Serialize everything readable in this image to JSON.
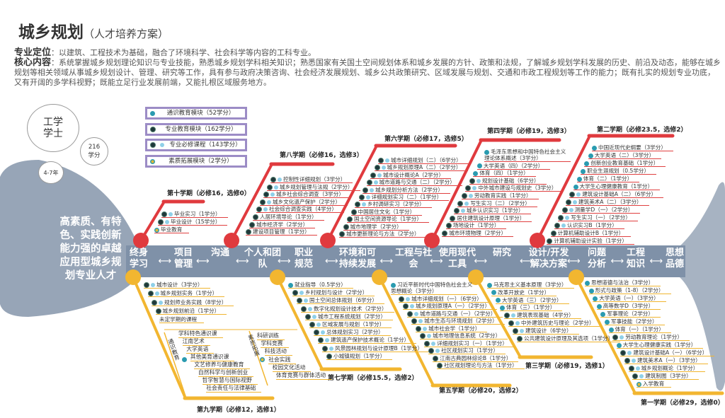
{
  "header": {
    "title": "城乡规划",
    "subtitle": "（人才培养方案）"
  },
  "intro": {
    "positioning_label": "专业定位",
    "positioning_text": "：以建筑、工程技术为基础，融合了环境科学、社会科学等内容的工科专业。",
    "core_label": "核心内容",
    "core_text": "：系统掌握城乡规划理论知识与专业技能，熟悉城乡规划学科相关知识；熟悉国家有关国土空间规划体系和城乡发展的方针、政策和法规，了解城乡规划学科发展的历史、前沿及动态，能够在城乡规划等相关领域从事城乡规划设计、管理、研究等工作，具有参与政府决策咨询、社会经济发展规划、城乡公共政策研究、区域发展与规划、交通和市政工程规划等工作的能力；既有扎实的规划专业功底，又有开阔的多学科视野；既能立足行业发展前端，又能扎根区域服务地方。"
  },
  "bubbles": {
    "degree": "工学学士",
    "credits": "216学分",
    "years": "4-7年"
  },
  "head_text": "高素质、有特色、实践创新能力强的卓越应用型城乡规划专业人才",
  "legend": [
    {
      "icon": "general-ed",
      "label": "通识教育模块（52学分）"
    },
    {
      "icon": "major-ed",
      "label": "专业教育模块（162学分）"
    },
    {
      "icon": "major-required",
      "label": "专业必修课程（143学分）"
    },
    {
      "icon": "quality-ext",
      "label": "素质拓展模块（2学分）"
    }
  ],
  "spine": [
    "终身学习",
    "项目管理",
    "沟通",
    "个人和团队",
    "职业规范",
    "环境和可持续发展",
    "工程与社会",
    "使用现代工具",
    "研究",
    "设计/开发解决方案",
    "问题分析",
    "工程知识",
    "思想品德"
  ],
  "colors": {
    "upper": "#e03a3e",
    "lower": "#f2b630",
    "spine": "#7f91a8",
    "legend_border": "#9c8cc6"
  },
  "semesters": {
    "s10": {
      "title": "第十学期（必修16，选修0）",
      "items": [
        {
          "text": "毕业实习（1学分）",
          "icon": "major-required"
        },
        {
          "text": "毕业设计（15学分）",
          "icon": "major-required"
        },
        {
          "text": "毕业教育",
          "icon": "quality-ext"
        }
      ]
    },
    "s8": {
      "title": "第八学期（必修16，选修3）",
      "items": [
        {
          "text": "控制性详细规划（3学分）",
          "icon": "major-required"
        },
        {
          "text": "城乡规划管理与法规（2学分）",
          "icon": "major-required"
        },
        {
          "text": "城乡社会综合调查（3学分）",
          "icon": "major-required"
        },
        {
          "text": "城乡文化遗产保护（2学分）",
          "icon": "major-required"
        },
        {
          "text": "社会综合调查实践（4学分）",
          "icon": "major-required"
        },
        {
          "text": "人居环境导论（1学分）",
          "icon": "major-ed"
        },
        {
          "text": "城市经济学（2学分）",
          "icon": "major-ed"
        },
        {
          "text": "建设项目管理（1学分）",
          "icon": "major-ed"
        }
      ]
    },
    "s6": {
      "title": "第六学期（必修17，选修5）",
      "items": [
        {
          "text": "城市详细规划（二）（6学分）",
          "icon": "major-required"
        },
        {
          "text": "城乡规划原理A（二）（2学分）",
          "icon": "major-required"
        },
        {
          "text": "城市设计概论A（2学分）",
          "icon": "major-required"
        },
        {
          "text": "城市道路与交通（二）（2学分）",
          "icon": "major-required"
        },
        {
          "text": "城乡规划分析方法（2学分）",
          "icon": "major-required"
        },
        {
          "text": "详细规划实习（二）（1学分）",
          "icon": "major-required"
        },
        {
          "text": "乡村调研实习（2学分）",
          "icon": "major-required"
        },
        {
          "text": "中国居住文化（1学分）",
          "icon": "major-ed"
        },
        {
          "text": "国土空间资源导论（1学分）",
          "icon": "major-ed"
        },
        {
          "text": "城市地理学（2学分）",
          "icon": "major-ed"
        },
        {
          "text": "城市更新理论与方法（2学分）",
          "icon": "major-ed"
        }
      ]
    },
    "s4": {
      "title": "第四学期（必修19，选修3）",
      "items": [
        {
          "text": "毛泽东思想和中国特色社会主义理论体系概述（3学分）",
          "icon": "general-ed"
        },
        {
          "text": "大学英语（四）（2学分）",
          "icon": "general-ed"
        },
        {
          "text": "体育（四）（1学分）",
          "icon": "general-ed"
        },
        {
          "text": "规划设计基础（6学分）",
          "icon": "major-required"
        },
        {
          "text": "中外城市建设与规划史（3学分）",
          "icon": "major-required"
        },
        {
          "text": "劳动教育实践（1学分）",
          "icon": "major-required"
        },
        {
          "text": "写生实习（二）（2学分）",
          "icon": "major-required"
        },
        {
          "text": "城乡认识实习（1学分）",
          "icon": "major-required"
        },
        {
          "text": "居住建筑设计原理（1学分）",
          "icon": "major-ed"
        },
        {
          "text": "场地设计（1学分）",
          "icon": "major-ed"
        },
        {
          "text": "城市环境物理（2学分）",
          "icon": "major-ed"
        }
      ]
    },
    "s2": {
      "title": "第二学期（必修23.5，选修2）",
      "items": [
        {
          "text": "中国近现代史纲要（3学分）",
          "icon": "general-ed"
        },
        {
          "text": "大学英语（二）（3学分）",
          "icon": "general-ed"
        },
        {
          "text": "创新创业教育基础（1学分）",
          "icon": "general-ed"
        },
        {
          "text": "职业生涯规划（0.5学分）",
          "icon": "general-ed"
        },
        {
          "text": "体育（二）（1学分）",
          "icon": "general-ed"
        },
        {
          "text": "大学生心理健康教育（1学分）",
          "icon": "general-ed"
        },
        {
          "text": "建筑设计基础A（二）（6学分）",
          "icon": "major-required"
        },
        {
          "text": "建筑美术A（二）（3学分）",
          "icon": "major-required"
        },
        {
          "text": "测量学D（一）（2学分）",
          "icon": "major-required"
        },
        {
          "text": "写生实习（一）（2学分）",
          "icon": "major-required"
        },
        {
          "text": "认识实习B（1学分）",
          "icon": "major-required"
        },
        {
          "text": "计算机辅助设计B（1学分）",
          "icon": "major-ed"
        },
        {
          "text": "计算机辅助设计实验（1学分）",
          "icon": "major-ed"
        }
      ]
    },
    "s9": {
      "title": "第九学期（必修12，选修1）",
      "items": [
        {
          "text": "城市设计（3学分）",
          "icon": "major-required"
        },
        {
          "text": "城乡规划实务（1学分）",
          "icon": "major-required"
        },
        {
          "text": "规划师业务实践（8学分）",
          "icon": "major-required"
        },
        {
          "text": "城乡规划前沿（1学分）",
          "icon": "major-ed"
        },
        {
          "text": "未定学期的课程",
          "icon": ""
        }
      ],
      "general_ed": {
        "label": "通识教育",
        "items": [
          "学科特色通识课",
          "江南艺术",
          "大学英语",
          "其他美育通识课",
          "文艺修养与健康教育",
          "自然科学与创新创业",
          "哲学智慧与国际视野",
          "社会责任与法律基础"
        ]
      },
      "quality": {
        "label": "素质拓展",
        "items": [
          "科研训练",
          "学科竞赛",
          "科技活动",
          "社会实践",
          "校园文化活动",
          "体育竞赛与群体活动"
        ]
      }
    },
    "s7": {
      "title": "第七学期（必修15.5，选修2）",
      "items": [
        {
          "text": "就业指导（0.5学分）",
          "icon": "general-ed"
        },
        {
          "text": "乡村规划与设计（2学分）",
          "icon": "major-required"
        },
        {
          "text": "国土空间总体规划（6学分）",
          "icon": "major-required"
        },
        {
          "text": "数字化规划设计技术（2学分）",
          "icon": "major-required"
        },
        {
          "text": "城市工程系统规划（2学分）",
          "icon": "major-required"
        },
        {
          "text": "区域发展与规划（1学分）",
          "icon": "major-required"
        },
        {
          "text": "总体规划实习（2学分）",
          "icon": "major-required"
        },
        {
          "text": "建筑遗产保护技术概论（1学分）",
          "icon": "major-required"
        },
        {
          "text": "风景园林规划与设计原理B（1学分）",
          "icon": "major-required"
        },
        {
          "text": "小城镇规划（1学分）",
          "icon": "major-ed"
        }
      ]
    },
    "s5": {
      "title": "第五学期（必修20，选修2）",
      "items": [
        {
          "text": "习近平新时代中国特色社会主义思想概论（3学分）",
          "icon": "general-ed"
        },
        {
          "text": "城市详细规划（一）（6学分）",
          "icon": "major-required"
        },
        {
          "text": "城乡规划原理A（一）（2学分）",
          "icon": "major-required"
        },
        {
          "text": "城市道路与交通（一）（2学分）",
          "icon": "major-required"
        },
        {
          "text": "城市生态与环境规划（2学分）",
          "icon": "major-required"
        },
        {
          "text": "城市社会学（1学分）",
          "icon": "major-required"
        },
        {
          "text": "城市地理信息系统（2学分）",
          "icon": "major-required"
        },
        {
          "text": "详细规划实习（一）（1学分）",
          "icon": "major-required"
        },
        {
          "text": "社区规划实习（1学分）",
          "icon": "major-required"
        },
        {
          "text": "江南古典园林综论B（1学分）",
          "icon": "major-ed"
        },
        {
          "text": "社区规划理论与方法（1学分）",
          "icon": "major-ed"
        }
      ]
    },
    "s3": {
      "title": "第三学期（必修19，选修1）",
      "items": [
        {
          "text": "马克思主义基本原理（3学分）",
          "icon": "general-ed"
        },
        {
          "text": "改革开放史（1学分）",
          "icon": "general-ed"
        },
        {
          "text": "大学英语（三）（2学分）",
          "icon": "general-ed"
        },
        {
          "text": "体育（三）（1学分）",
          "icon": "general-ed"
        },
        {
          "text": "建筑表现基础（4学分）",
          "icon": "major-required"
        },
        {
          "text": "中外建筑历史与理论（2学分）",
          "icon": "major-required"
        },
        {
          "text": "建筑设计（6学分）",
          "icon": "major-required"
        },
        {
          "text": "公共建筑设计原理及其选项（1学分）",
          "icon": "major-ed"
        }
      ]
    },
    "s1": {
      "title": "第一学期（必修29，选修0）",
      "items": [
        {
          "text": "思想道德与法治（3学分）",
          "icon": "general-ed"
        },
        {
          "text": "形式与政策（1-8）（2学分）",
          "icon": "general-ed"
        },
        {
          "text": "大学英语（一）（3学分）",
          "icon": "general-ed"
        },
        {
          "text": "高等数学D（3学分）",
          "icon": "general-ed"
        },
        {
          "text": "军事理论（2学分）",
          "icon": "general-ed"
        },
        {
          "text": "军事技能（2学分）",
          "icon": "general-ed"
        },
        {
          "text": "体育（一）（1学分）",
          "icon": "general-ed"
        },
        {
          "text": "劳动教育理论（1学分）",
          "icon": "major-required"
        },
        {
          "text": "大学生心理健康实践（1学分）",
          "icon": "general-ed"
        },
        {
          "text": "建筑设计基础A（一）（6学分）",
          "icon": "major-required"
        },
        {
          "text": "建筑美术A（一）（3学分）",
          "icon": "major-required"
        },
        {
          "text": "城乡规划概论（1学分）",
          "icon": "major-required"
        },
        {
          "text": "建筑制图（3学分）",
          "icon": "major-required"
        },
        {
          "text": "入学教育",
          "icon": "quality-ext"
        }
      ]
    }
  }
}
